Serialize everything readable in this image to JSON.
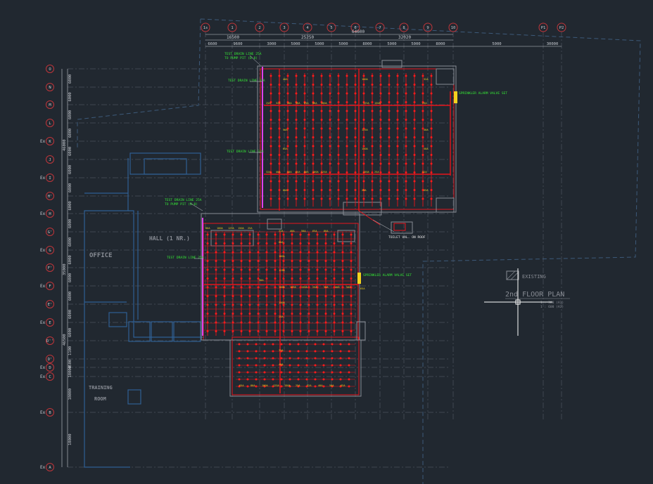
{
  "colors": {
    "background": "#212830",
    "grid": "#5c6470",
    "bubble": "#c0353a",
    "dim": "#c8ccd2",
    "existing": "#2f5f93",
    "pipe": "#e8141b",
    "sprinkler": "#ff1a1a",
    "label": "#f2d21e",
    "note": "#36e636",
    "riser": "#e040e8",
    "room": "#888c94",
    "crosshair": "#ffffff"
  },
  "column_grid": [
    "1s",
    "1",
    "2",
    "3",
    "4",
    "5",
    "6",
    "7",
    "8",
    "9",
    "10",
    "P1",
    "P2"
  ],
  "row_grid": [
    "O",
    "N",
    "M",
    "L",
    "K",
    "J",
    "I",
    "H'",
    "H",
    "G'",
    "G",
    "F'",
    "F",
    "E'",
    "E",
    "D''",
    "D'",
    "D",
    "C",
    "B",
    "A"
  ],
  "row_prefix": "Ex",
  "dimensions": {
    "overall_top": "64600",
    "sub_top": [
      "16500",
      "25250",
      "32020"
    ],
    "bays_top": [
      "6600",
      "9600",
      "3000",
      "5000",
      "5000",
      "5000",
      "8000",
      "5000",
      "5000",
      "8000",
      "5000",
      "30000",
      "6600"
    ],
    "left_overall_upper": "46000",
    "left_overall_lower": "46500",
    "left_overall_mid": "35000",
    "left_bays": [
      "6000",
      "6000",
      "6000",
      "6000",
      "6000",
      "6000",
      "6000",
      "6000",
      "6000",
      "6000",
      "6000",
      "6000",
      "6000",
      "6000",
      "6000",
      "1100",
      "4500",
      "18000",
      "18000",
      "18000",
      "6000"
    ]
  },
  "notes": {
    "test_drain_top_1": "TEST DRAIN LINE 25A",
    "test_drain_top_2": "TO PUMP PIT (B-8)",
    "test_drain_2": "TEST DRAIN LINE 32A",
    "test_drain_3": "TEST DRAIN LINE 32A",
    "test_drain_4_1": "TEST DRAIN LINE 25A",
    "test_drain_4_2": "TO PUMP PIT (B-8)",
    "test_drain_5": "TEST DRAIN LINE 25A",
    "toilet_note": "TOILET VAL. ON ROOF",
    "riser_note_upper": "SPRINKLER ALARM VALVE SET",
    "riser_note_lower": "SPRINKLER ALARM VALVE SET"
  },
  "rooms": {
    "office": "OFFICE",
    "hall": "HALL (1 NR.)",
    "training": "TRAINING",
    "training_2": "ROOM"
  },
  "legend": {
    "existing": "EXISTING",
    "title": "2nd FLOOR PLAN",
    "scale": "1 : 300 (A1)",
    "scale_2": "1 : 600 (A3)"
  },
  "pipe_size_labels": [
    "25A",
    "32A",
    "40A",
    "50A",
    "65A",
    "80A",
    "100A",
    "125A",
    "150A"
  ]
}
